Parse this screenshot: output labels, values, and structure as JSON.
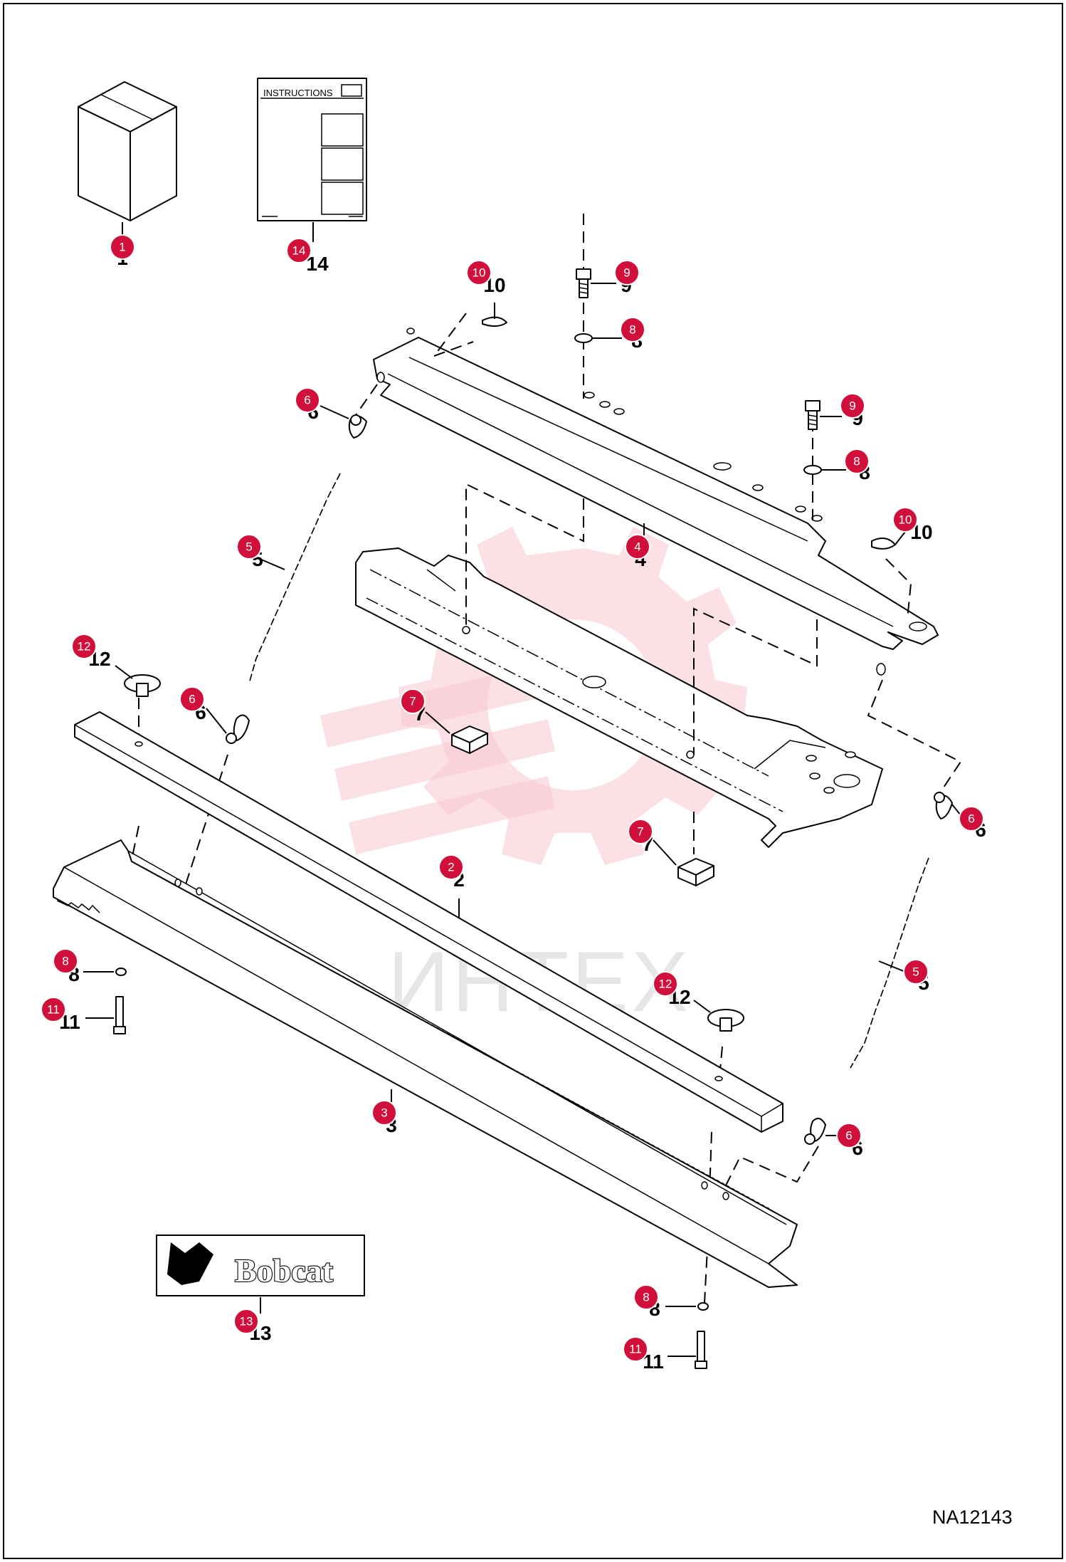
{
  "diagram": {
    "reference_code": "NA12143",
    "watermark_text": "ИНТЕХ",
    "instructions_label": "INSTRUCTIONS",
    "logo_text": "Bobcat",
    "callouts": [
      {
        "id": "c1",
        "number": "1",
        "label": "1"
      },
      {
        "id": "c14",
        "number": "14",
        "label": "14"
      },
      {
        "id": "c10a",
        "number": "10",
        "label": "10"
      },
      {
        "id": "c9a",
        "number": "9",
        "label": "9"
      },
      {
        "id": "c8a",
        "number": "8",
        "label": "8"
      },
      {
        "id": "c9b",
        "number": "9",
        "label": "9"
      },
      {
        "id": "c8b",
        "number": "8",
        "label": "8"
      },
      {
        "id": "c10b",
        "number": "10",
        "label": "10"
      },
      {
        "id": "c6a",
        "number": "6",
        "label": "6"
      },
      {
        "id": "c4",
        "number": "4",
        "label": "4"
      },
      {
        "id": "c5a",
        "number": "5",
        "label": "5"
      },
      {
        "id": "c12a",
        "number": "12",
        "label": "12"
      },
      {
        "id": "c6b",
        "number": "6",
        "label": "6"
      },
      {
        "id": "c7a",
        "number": "7",
        "label": "7"
      },
      {
        "id": "c7b",
        "number": "7",
        "label": "7"
      },
      {
        "id": "c2",
        "number": "2",
        "label": "2"
      },
      {
        "id": "c6c",
        "number": "6",
        "label": "6"
      },
      {
        "id": "c5b",
        "number": "5",
        "label": "5"
      },
      {
        "id": "c8c",
        "number": "8",
        "label": "8"
      },
      {
        "id": "c11a",
        "number": "11",
        "label": "11"
      },
      {
        "id": "c12b",
        "number": "12",
        "label": "12"
      },
      {
        "id": "c3",
        "number": "3",
        "label": "3"
      },
      {
        "id": "c6d",
        "number": "6",
        "label": "6"
      },
      {
        "id": "c13",
        "number": "13",
        "label": "13"
      },
      {
        "id": "c8d",
        "number": "8",
        "label": "8"
      },
      {
        "id": "c11b",
        "number": "11",
        "label": "11"
      }
    ],
    "colors": {
      "badge": "#d0103a",
      "watermark": "#f7c9cf",
      "line": "#000000"
    }
  }
}
